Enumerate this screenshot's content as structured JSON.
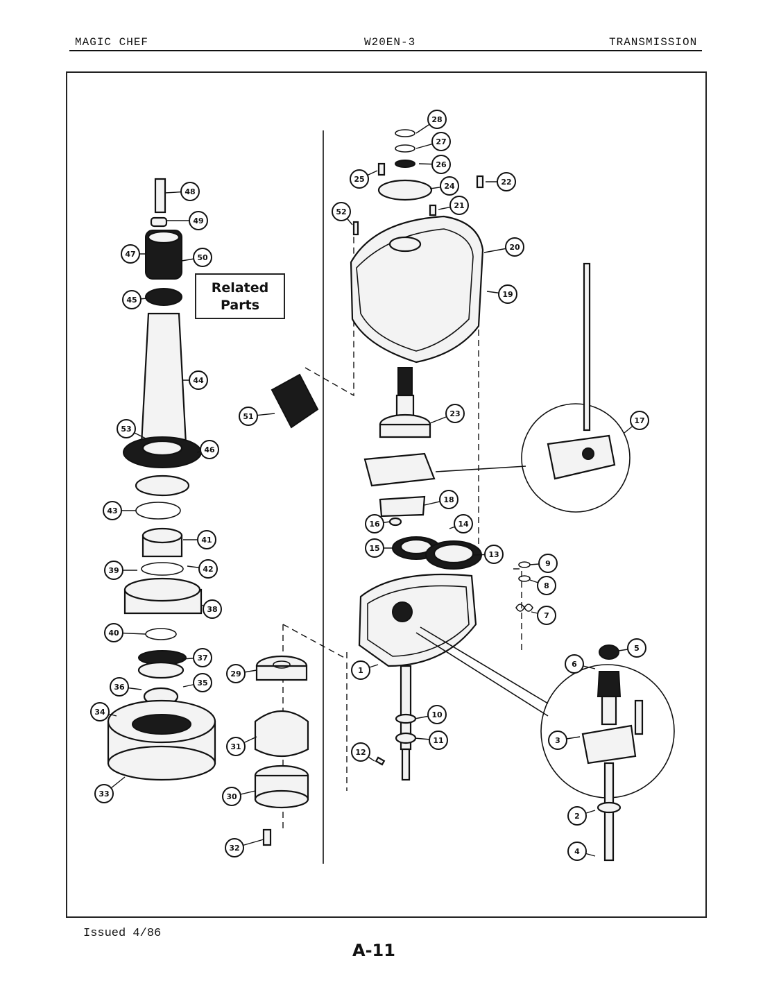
{
  "header": {
    "left": "MAGIC CHEF",
    "center": "W20EN-3",
    "right": "TRANSMISSION"
  },
  "related_box": {
    "line1": "Related",
    "line2": "Parts"
  },
  "footer": {
    "issued": "Issued 4/86",
    "page": "A-11"
  },
  "callouts": [
    "1",
    "2",
    "3",
    "4",
    "5",
    "6",
    "7",
    "8",
    "9",
    "10",
    "11",
    "12",
    "13",
    "14",
    "15",
    "16",
    "17",
    "18",
    "19",
    "20",
    "21",
    "22",
    "23",
    "24",
    "25",
    "26",
    "27",
    "28",
    "29",
    "30",
    "31",
    "32",
    "33",
    "34",
    "35",
    "36",
    "37",
    "38",
    "39",
    "40",
    "41",
    "42",
    "43",
    "44",
    "45",
    "46",
    "47",
    "48",
    "49",
    "50",
    "51",
    "52",
    "53"
  ]
}
